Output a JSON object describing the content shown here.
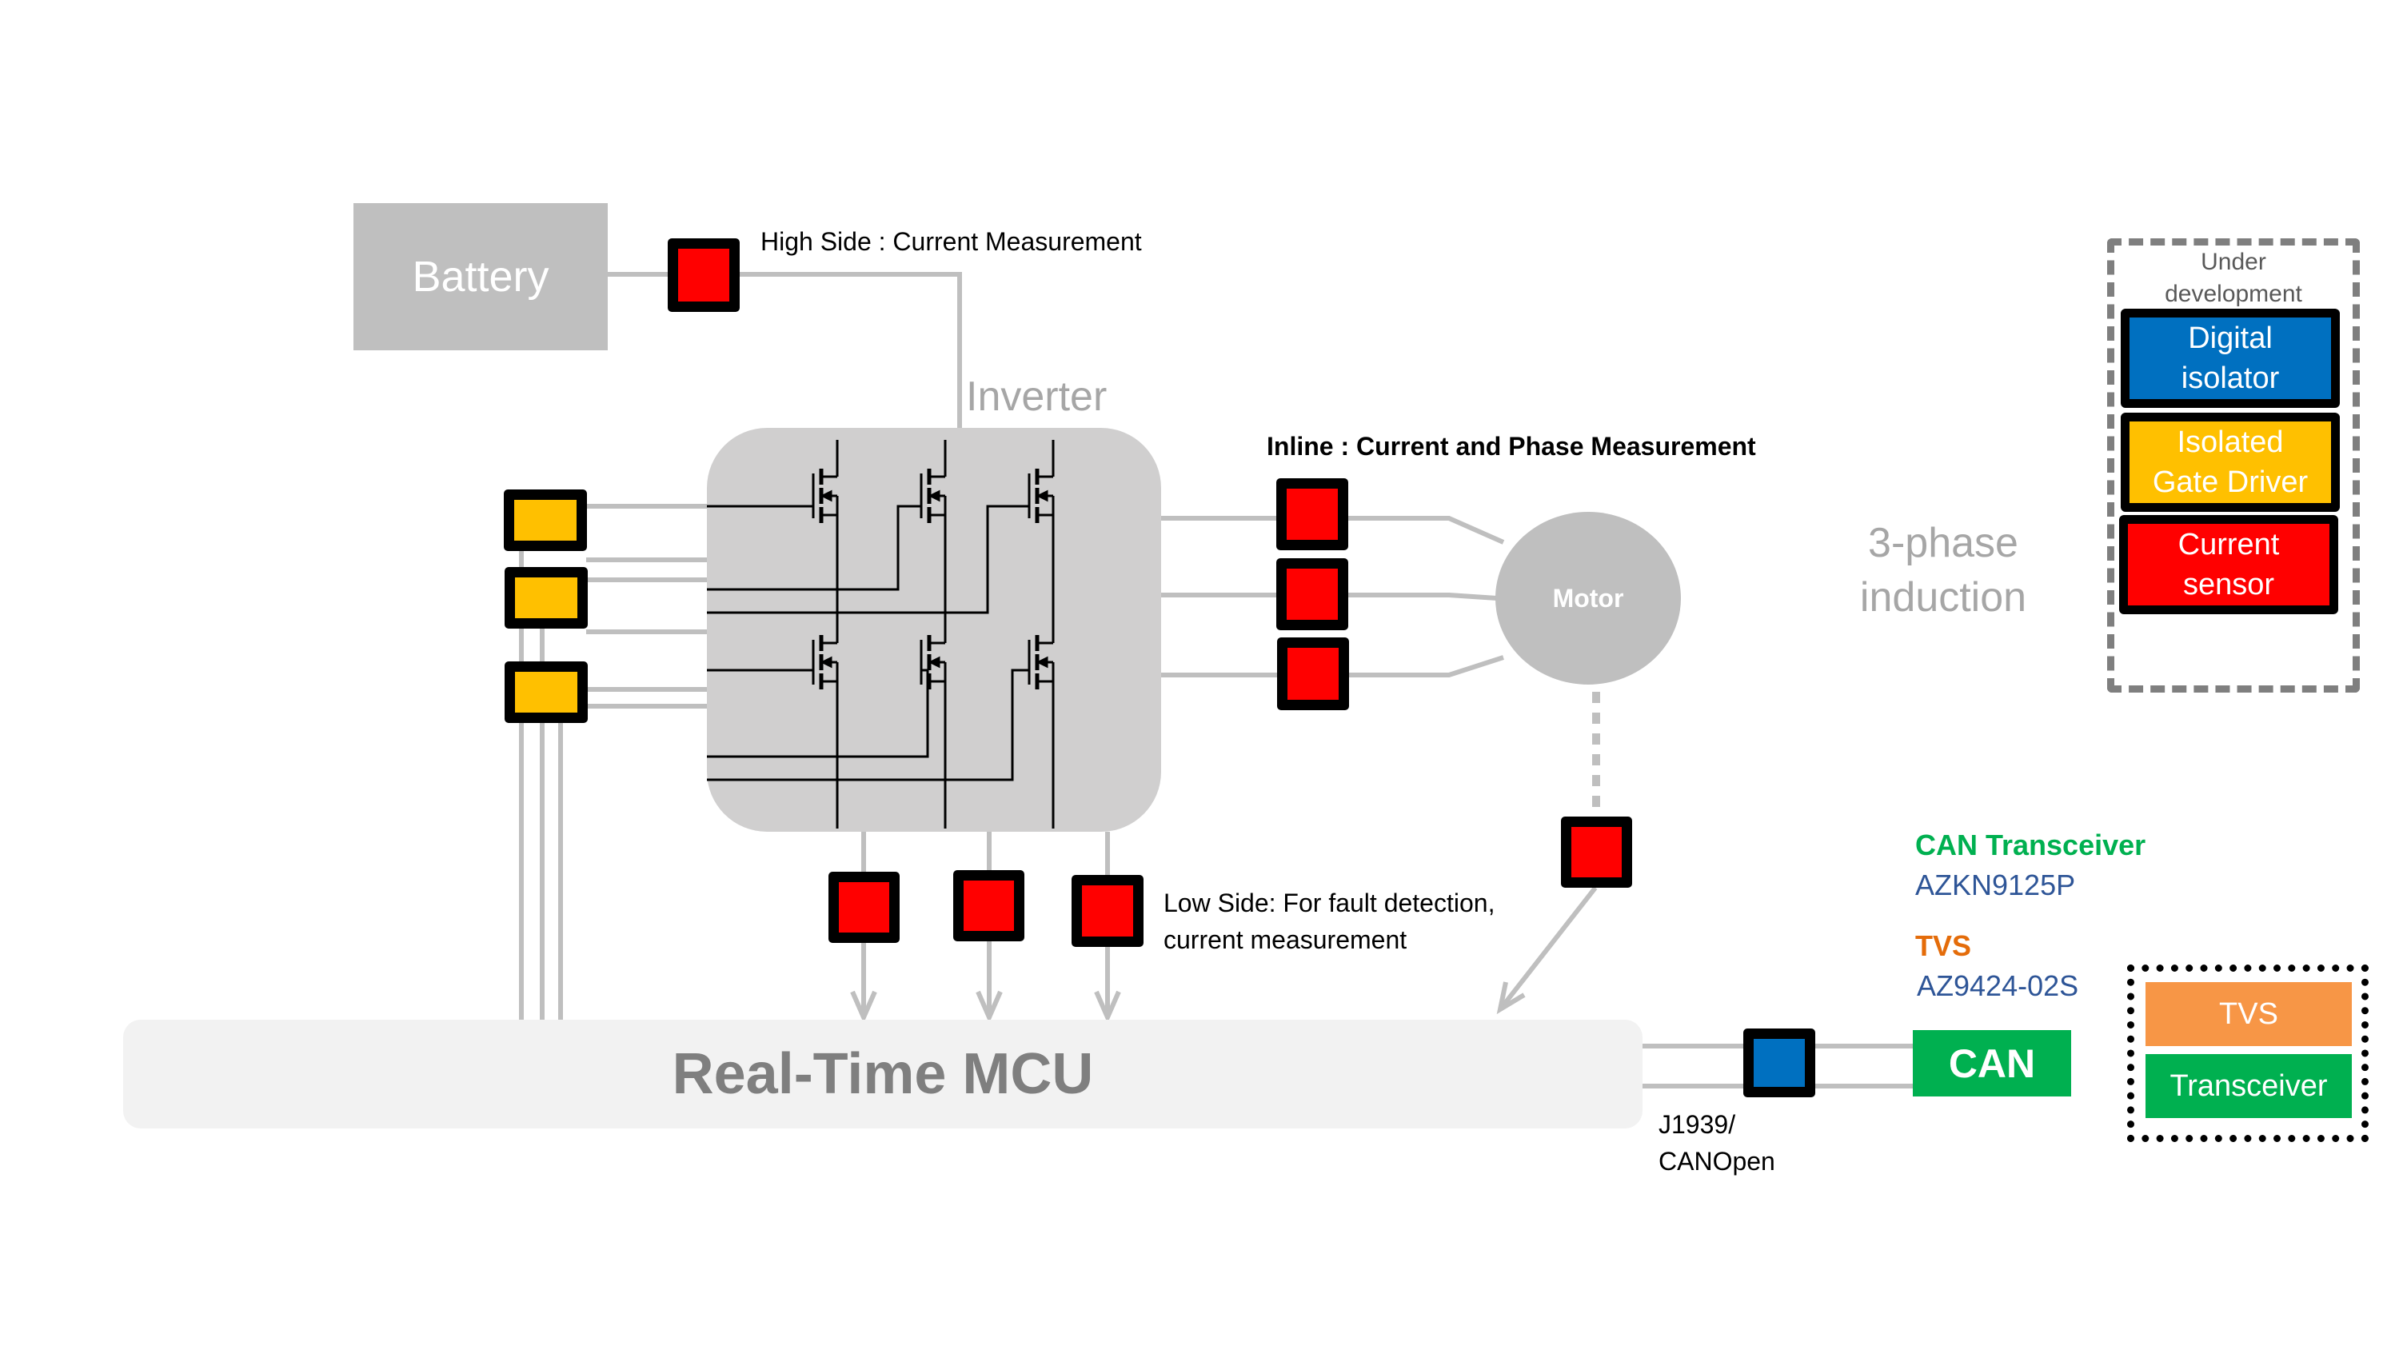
{
  "colors": {
    "current_sensor": "#ff0000",
    "gate_driver": "#ffc000",
    "digital_isolator": "#0070c0",
    "can_green": "#00b050",
    "tvs_orange": "#f79646",
    "tvs_label_orange": "#e46c0a",
    "part_number_blue": "#2e5597",
    "wire_gray": "#bfbfbf",
    "inverter_gray": "#d0cfcf",
    "label_gray": "#a6a6a6"
  },
  "battery": {
    "label": "Battery"
  },
  "high_side": {
    "label": "High Side : Current Measurement"
  },
  "inverter": {
    "label": "Inverter"
  },
  "inline": {
    "label": "Inline : Current and Phase Measurement"
  },
  "motor": {
    "label": "Motor",
    "type_label_line1": "3-phase",
    "type_label_line2": "induction"
  },
  "low_side": {
    "label_line1": "Low Side: For fault detection,",
    "label_line2": "current measurement"
  },
  "mcu": {
    "label": "Real-Time MCU"
  },
  "bus": {
    "protocol_line1": "J1939/",
    "protocol_line2": "CANOpen",
    "can_label": "CAN"
  },
  "parts": {
    "can_transceiver_title": "CAN Transceiver",
    "can_transceiver_part": "AZKN9125P",
    "tvs_title": "TVS",
    "tvs_part": "AZ9424-02S"
  },
  "can_stack": {
    "tvs": "TVS",
    "transceiver": "Transceiver"
  },
  "legend": {
    "title_line1": "Under",
    "title_line2": "development",
    "items": [
      {
        "line1": "Digital",
        "line2": "isolator"
      },
      {
        "line1": "Isolated",
        "line2": "Gate Driver"
      },
      {
        "line1": "Current",
        "line2": "sensor"
      }
    ]
  }
}
